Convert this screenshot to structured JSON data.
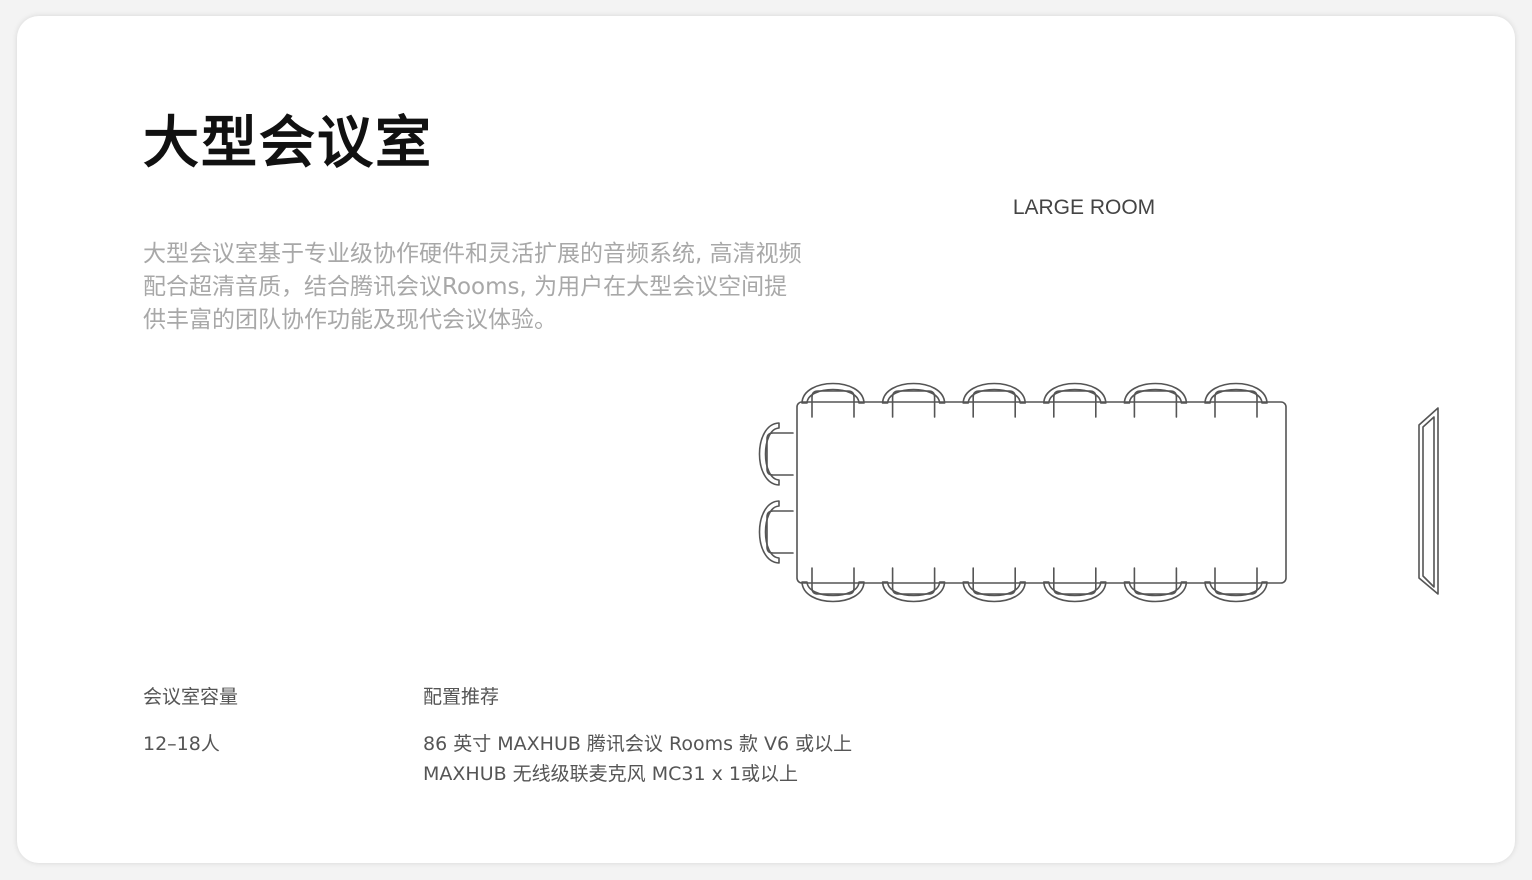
{
  "title": "大型会议室",
  "description": "大型会议室基于专业级协作硬件和灵活扩展的音频系统, 高清视频配合超清音质，结合腾讯会议Rooms, 为用户在大型会议空间提供丰富的团队协作功能及现代会议体验。",
  "room_label": "LARGE ROOM",
  "specs": {
    "capacity_label": "会议室容量",
    "capacity_value": "12–18人",
    "config_label": "配置推荐",
    "config_lines": [
      "86 英寸 MAXHUB 腾讯会议 Rooms 款 V6 或以上",
      "MAXHUB 无线级联麦克风 MC31 x 1或以上"
    ]
  },
  "floorplan_icons": {
    "table": "conference-table-icon",
    "chair": "chair-icon",
    "screen": "display-screen-icon"
  },
  "colors": {
    "background": "#f3f3f3",
    "card": "#ffffff",
    "title": "#111111",
    "description": "#a8a8a8",
    "body_text": "#555555",
    "line": "#555555"
  }
}
